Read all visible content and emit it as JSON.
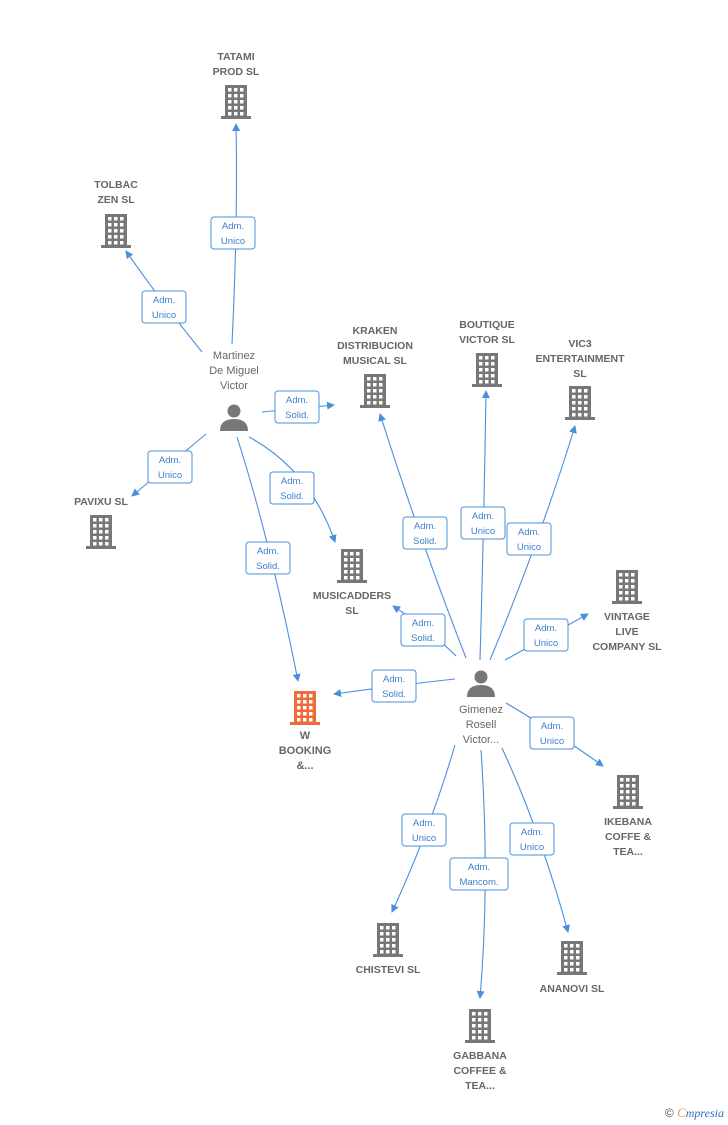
{
  "colors": {
    "edge": "#4a8fdd",
    "building": "#777777",
    "focus_building": "#f06a3a",
    "person": "#777777"
  },
  "nodes": [
    {
      "id": "tatami",
      "type": "company",
      "label": [
        "TATAMI",
        "PROD  SL"
      ]
    },
    {
      "id": "tolbac",
      "type": "company",
      "label": [
        "TOLBAC",
        "ZEN  SL"
      ]
    },
    {
      "id": "martinez",
      "type": "person",
      "label": [
        "Martinez",
        "De Miguel",
        "Victor"
      ]
    },
    {
      "id": "kraken",
      "type": "company",
      "label": [
        "KRAKEN",
        "DISTRIBUCION",
        "MUSICAL  SL"
      ]
    },
    {
      "id": "boutique",
      "type": "company",
      "label": [
        "BOUTIQUE",
        "VICTOR SL"
      ]
    },
    {
      "id": "vic3",
      "type": "company",
      "label": [
        "VIC3",
        "ENTERTAINMENT",
        "SL"
      ]
    },
    {
      "id": "pavixu",
      "type": "company",
      "label": [
        "PAVIXU  SL"
      ]
    },
    {
      "id": "musicadders",
      "type": "company",
      "label": [
        "MUSICADDERS",
        "SL"
      ]
    },
    {
      "id": "vintage",
      "type": "company",
      "label": [
        "VINTAGE",
        "LIVE",
        "COMPANY SL"
      ]
    },
    {
      "id": "wbooking",
      "type": "focus",
      "label": [
        "W",
        "BOOKING",
        "&..."
      ]
    },
    {
      "id": "gimenez",
      "type": "person",
      "label": [
        "Gimenez",
        "Rosell",
        "Victor..."
      ]
    },
    {
      "id": "ikebana",
      "type": "company",
      "label": [
        "IKEBANA",
        "COFFE &",
        "TEA..."
      ]
    },
    {
      "id": "chistevi",
      "type": "company",
      "label": [
        "CHISTEVI SL"
      ]
    },
    {
      "id": "ananovi",
      "type": "company",
      "label": [
        "ANANOVI  SL"
      ]
    },
    {
      "id": "gabbana",
      "type": "company",
      "label": [
        "GABBANA",
        "COFFEE &",
        "TEA..."
      ]
    }
  ],
  "edges": [
    {
      "from": "martinez",
      "to": "tatami",
      "label": [
        "Adm.",
        "Unico"
      ]
    },
    {
      "from": "martinez",
      "to": "tolbac",
      "label": [
        "Adm.",
        "Unico"
      ]
    },
    {
      "from": "martinez",
      "to": "kraken",
      "label": [
        "Adm.",
        "Solid."
      ]
    },
    {
      "from": "martinez",
      "to": "pavixu",
      "label": [
        "Adm.",
        "Unico"
      ]
    },
    {
      "from": "martinez",
      "to": "musicadders",
      "label": [
        "Adm.",
        "Solid."
      ]
    },
    {
      "from": "martinez",
      "to": "wbooking",
      "label": [
        "Adm.",
        "Solid."
      ]
    },
    {
      "from": "gimenez",
      "to": "kraken",
      "label": [
        "Adm.",
        "Solid."
      ]
    },
    {
      "from": "gimenez",
      "to": "boutique",
      "label": [
        "Adm.",
        "Unico"
      ]
    },
    {
      "from": "gimenez",
      "to": "vic3",
      "label": [
        "Adm.",
        "Unico"
      ]
    },
    {
      "from": "gimenez",
      "to": "musicadders",
      "label": [
        "Adm.",
        "Solid."
      ]
    },
    {
      "from": "gimenez",
      "to": "vintage",
      "label": [
        "Adm.",
        "Unico"
      ]
    },
    {
      "from": "gimenez",
      "to": "wbooking",
      "label": [
        "Adm.",
        "Solid."
      ]
    },
    {
      "from": "gimenez",
      "to": "ikebana",
      "label": [
        "Adm.",
        "Unico"
      ]
    },
    {
      "from": "gimenez",
      "to": "chistevi",
      "label": [
        "Adm.",
        "Unico"
      ]
    },
    {
      "from": "gimenez",
      "to": "ananovi",
      "label": [
        "Adm.",
        "Unico"
      ]
    },
    {
      "from": "gimenez",
      "to": "gabbana",
      "label": [
        "Adm.",
        "Mancom."
      ]
    }
  ],
  "footer": {
    "copyright": "©",
    "brand_first": "C",
    "brand_rest": "mpresia"
  }
}
